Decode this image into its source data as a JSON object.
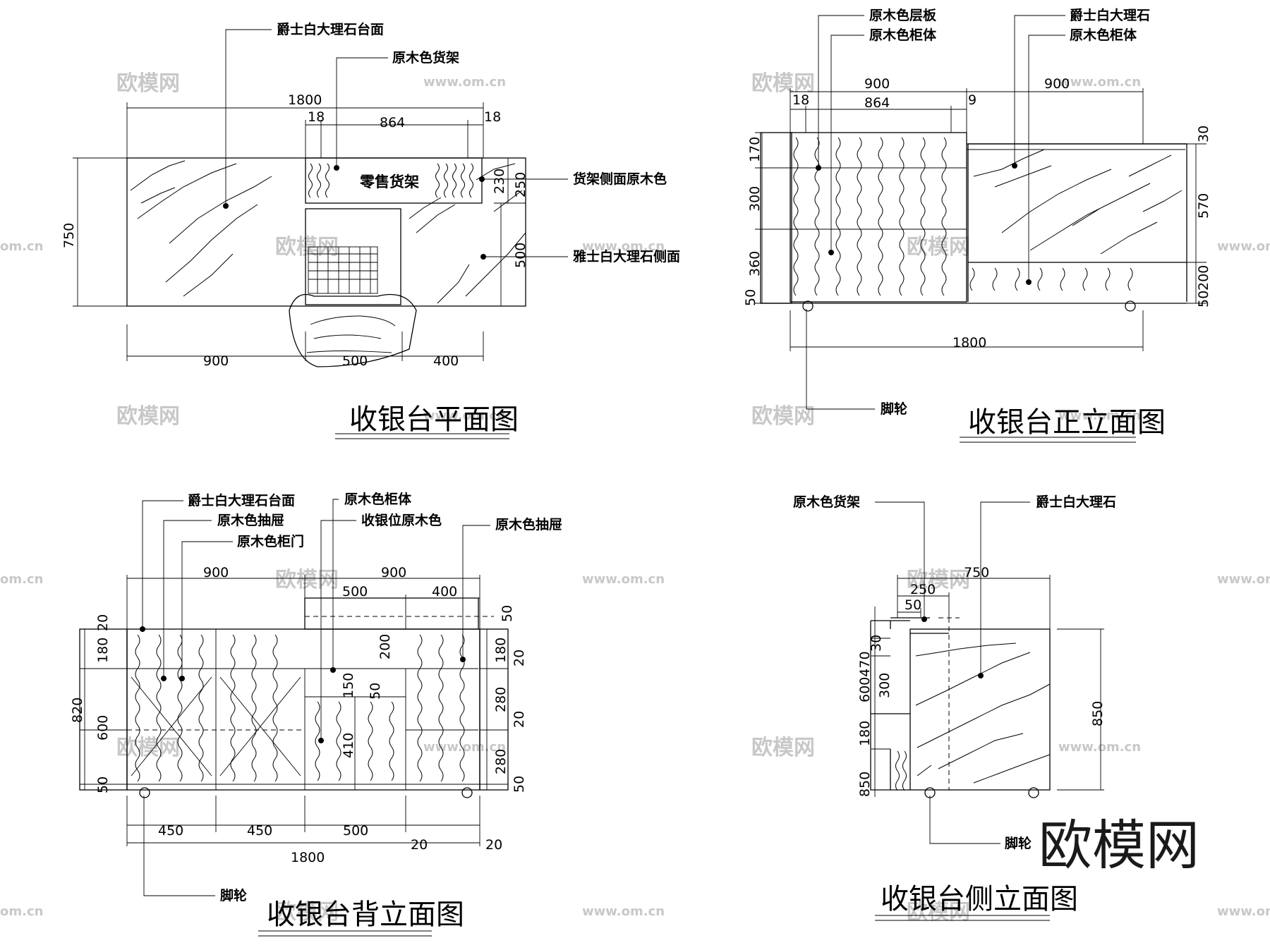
{
  "watermarks": {
    "brand": "欧模网",
    "url": "www.om.cn",
    "url_cut": "om.cn"
  },
  "logo": "欧模网",
  "plan": {
    "title": "收银台平面图",
    "labels": {
      "top_marble": "爵士白大理石台面",
      "shelf": "原木色货架",
      "shelf_side": "货架侧面原木色",
      "marble_side": "雅士白大理石侧面",
      "retail_shelf": "零售货架"
    },
    "dims": {
      "total": "1800",
      "d18a": "18",
      "d864": "864",
      "d18b": "18",
      "h750": "750",
      "h230": "230",
      "h250": "250",
      "h500": "500",
      "b900": "900",
      "b500": "500",
      "b400": "400"
    }
  },
  "front": {
    "title": "收银台正立面图",
    "labels": {
      "shelf_board": "原木色层板",
      "cabinet": "原木色柜体",
      "marble": "爵士白大理石",
      "cabinet2": "原木色柜体",
      "caster": "脚轮"
    },
    "dims": {
      "w900a": "900",
      "w900b": "900",
      "d18": "18",
      "d864": "864",
      "d9": "9",
      "h170": "170",
      "h300": "300",
      "h360": "360",
      "h50": "50",
      "r30": "30",
      "r570": "570",
      "r200": "200",
      "r50": "50",
      "total": "1800"
    }
  },
  "back": {
    "title": "收银台背立面图",
    "labels": {
      "top_marble": "爵士白大理石台面",
      "drawer": "原木色抽屉",
      "door": "原木色柜门",
      "cabinet": "原木色柜体",
      "cashier": "收银位原木色",
      "drawer_r": "原木色抽屉",
      "caster": "脚轮"
    },
    "dims": {
      "t900a": "900",
      "t900b": "900",
      "t500": "500",
      "t400": "400",
      "l20": "20",
      "l180": "180",
      "l820": "820",
      "l600": "600",
      "l50": "50",
      "m200": "200",
      "m150": "150",
      "m50": "50",
      "m410": "410",
      "r50": "50",
      "r180": "180",
      "r20a": "20",
      "r280a": "280",
      "r20b": "20",
      "r280b": "280",
      "r50b": "50",
      "b450a": "450",
      "b450b": "450",
      "b500": "500",
      "b20a": "20",
      "b20b": "20",
      "total": "1800"
    }
  },
  "side": {
    "title": "收银台侧立面图",
    "labels": {
      "shelf": "原木色货架",
      "marble": "爵士白大理石",
      "caster": "脚轮"
    },
    "dims": {
      "w750": "750",
      "w250": "250",
      "w50": "50",
      "l30": "30",
      "l600470": "600470",
      "l300": "300",
      "l180": "180",
      "l850": "850",
      "r850": "850"
    }
  }
}
